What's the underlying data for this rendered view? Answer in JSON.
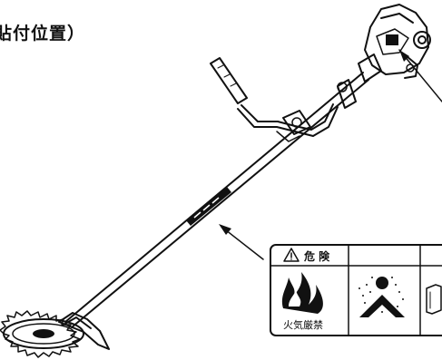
{
  "figure": {
    "heading": "貼付位置）"
  },
  "warning_label": {
    "header_text": "危 険",
    "warning_symbol": "⚠",
    "cells": [
      {
        "icon": "fire-icon",
        "caption": "火気厳禁"
      },
      {
        "icon": "fuel-vapor-person-icon",
        "caption": ""
      },
      {
        "icon": "manual-book-icon",
        "caption": ""
      }
    ]
  },
  "colors": {
    "line": "#111111",
    "background": "#ffffff"
  }
}
